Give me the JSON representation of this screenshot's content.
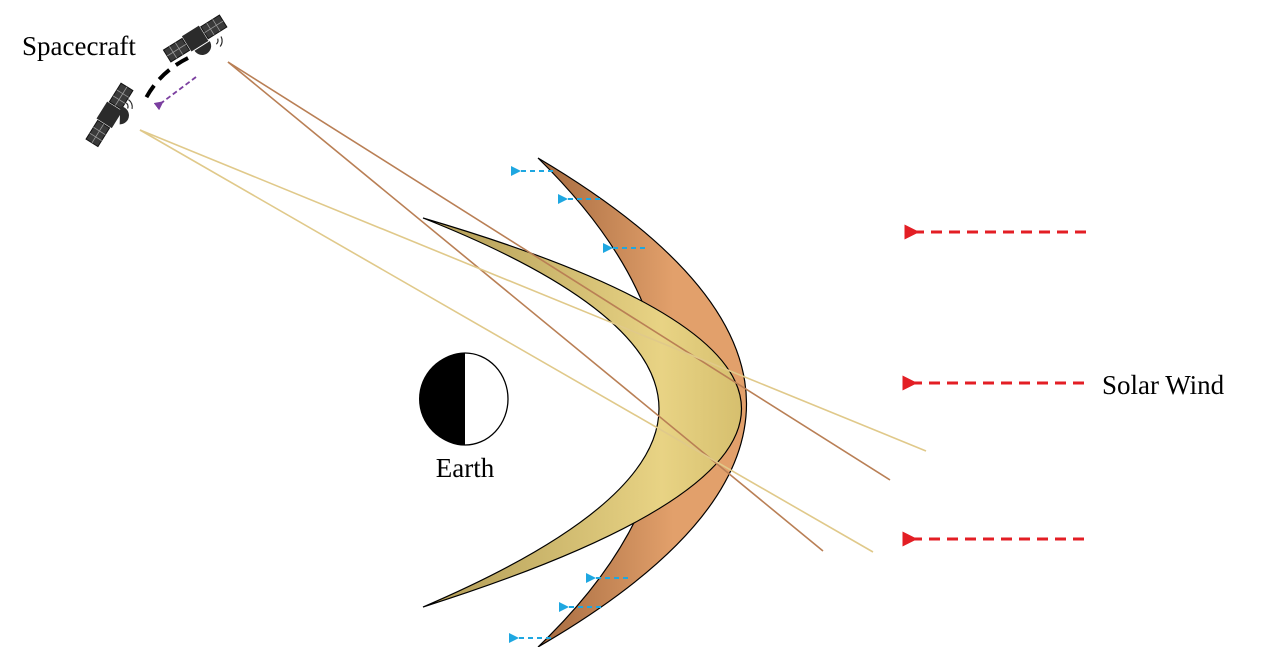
{
  "labels": {
    "spacecraft": "Spacecraft",
    "earth": "Earth",
    "solar_wind": "Solar Wind"
  },
  "icons": {
    "spacecraft": "satellite-icon",
    "earth": "half-lit-globe-icon",
    "solar_wind_arrow": "dashed-left-arrow",
    "magnetopause_motion_arrow": "dashed-left-arrow",
    "orbit_motion_arrow": "dashed-down-left-arrow"
  },
  "colors": {
    "inner_crescent_light": "#e8d384",
    "inner_crescent_dark": "#b09a55",
    "outer_crescent_light": "#e2a06b",
    "outer_crescent_dark": "#a56a3f",
    "inner_sightline": "#e0c98a",
    "outer_sightline": "#b97f55",
    "solar_wind_arrow": "#e31e24",
    "boundary_motion_arrow": "#1ea7e1",
    "spacecraft_motion_arrow": "#7b3fa0",
    "orbit_path": "#000000",
    "spacecraft_body": "#2b2b2b"
  }
}
